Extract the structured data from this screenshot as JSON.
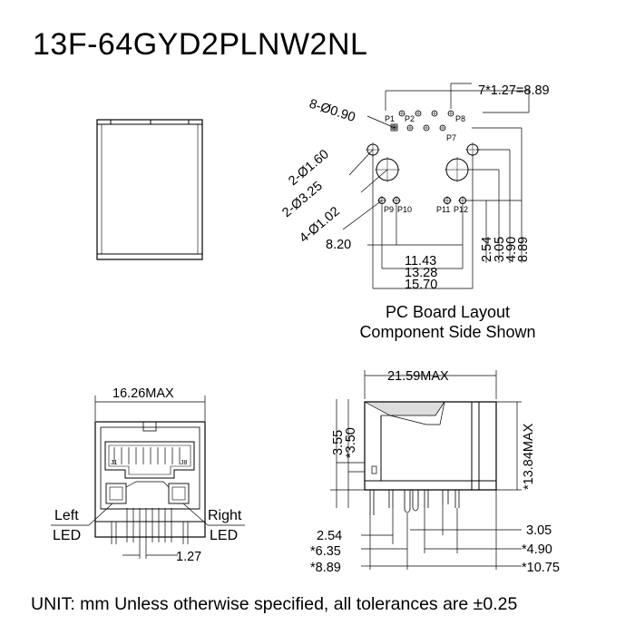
{
  "title": "13F-64GYD2PLNW2NL",
  "footer": "UNIT: mm Unless otherwise specified, all tolerances are ±0.25",
  "pcb_layout": {
    "caption_line1": "PC Board Layout",
    "caption_line2": "Component Side Shown",
    "pin_pitch": "7*1.27=8.89",
    "signal_holes": "8-Ø0.90",
    "locating_holes_small": "2-Ø1.60",
    "locating_holes_large": "2-Ø3.25",
    "led_holes": "4-Ø1.02",
    "pins": {
      "p1": "P1",
      "p2": "P2",
      "p7": "P7",
      "p8": "P8",
      "p9": "P9",
      "p10": "P10",
      "p11": "P11",
      "p12": "P12"
    },
    "dim_820": "8.20",
    "dim_1143": "11.43",
    "dim_1328": "13.28",
    "dim_1570": "15.70",
    "dim_254": "2.54",
    "dim_305": "3.05",
    "dim_490": "4.90",
    "dim_889": "8.89"
  },
  "front_view": {
    "width_max": "16.26MAX",
    "left_led_line1": "Left",
    "left_led_line2": "LED",
    "right_led_line1": "Right",
    "right_led_line2": "LED",
    "pin_pitch": "1.27",
    "contact_j1": "J1",
    "contact_j8": "J8"
  },
  "side_view": {
    "length_max": "21.59MAX",
    "height_max": "*13.84MAX",
    "dim_355": "3.55",
    "dim_350": "*3.50",
    "dim_254": "2.54",
    "dim_635": "*6.35",
    "dim_889": "*8.89",
    "dim_305": "3.05",
    "dim_490": "*4.90",
    "dim_1075": "*10.75"
  }
}
